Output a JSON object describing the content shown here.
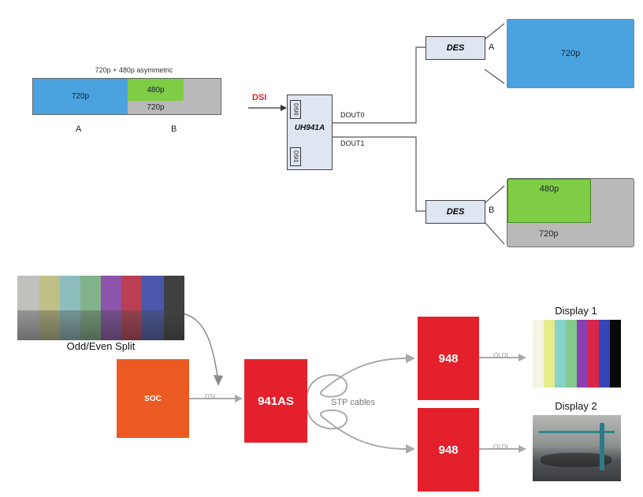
{
  "top": {
    "frame_title": "720p + 480p asymmetric",
    "frame_720p_a": "720p",
    "frame_480p": "480p",
    "frame_720p_b": "720p",
    "label_a": "A",
    "label_b": "B",
    "dsi_label": "DSI",
    "chip_name": "UH941A",
    "port_dsi0": "DSI0",
    "port_dsi1": "DSI1",
    "dout0": "DOUT0",
    "dout1": "DOUT1",
    "des_top": "DES",
    "des_bottom": "DES",
    "branch_a": "A",
    "branch_b": "B",
    "display_a_label": "720p",
    "display_b_480p": "480p",
    "display_b_720p": "720p"
  },
  "bottom": {
    "source_caption": "Odd/Even Split",
    "soc_label": "SOC",
    "dsi_label": "DSI",
    "serializer_label": "941AS",
    "cable_label": "STP cables",
    "des1_label": "948",
    "des2_label": "948",
    "oldi1_label": "OLDI",
    "oldi2_label": "OLDI",
    "display1_title": "Display 1",
    "display2_title": "Display 2"
  },
  "colors": {
    "blue": "#4aa3df",
    "green": "#7fcc45",
    "gray": "#b9b9b9",
    "chip": "#dfe6f2",
    "red": "#e3202c",
    "orange": "#ea5a22",
    "dsi_red": "#e8202a"
  }
}
